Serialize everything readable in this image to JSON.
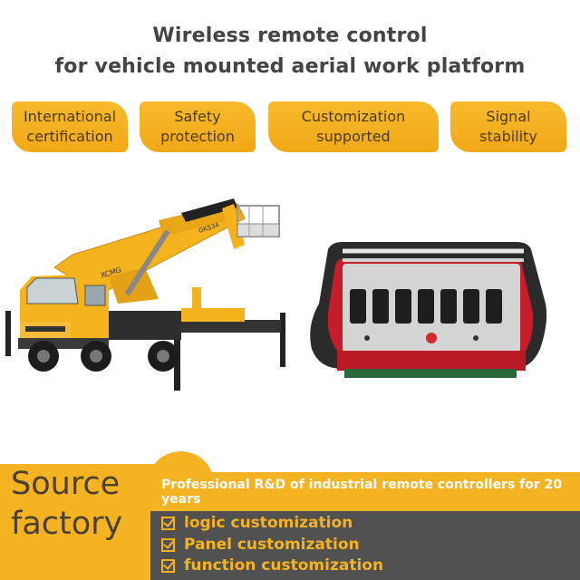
{
  "header": {
    "title_line1": "Wireless remote control",
    "title_line2": "for vehicle mounted aerial work platform"
  },
  "badges": [
    {
      "line1": "International",
      "line2": "certification"
    },
    {
      "line1": "Safety",
      "line2": "protection"
    },
    {
      "line1": "Customization",
      "line2": "supported"
    },
    {
      "line1": "Signal",
      "line2": "stability"
    }
  ],
  "truck": {
    "boom_text_1": "XCMG",
    "boom_text_2": "GKS34"
  },
  "footer": {
    "source_line1": "Source",
    "source_line2": "factory",
    "tagline": "Professional R&D of industrial remote controllers for 20 years",
    "features": [
      "logic customization",
      "Panel customization",
      "function customization"
    ]
  },
  "colors": {
    "accent": "#f5b321",
    "text_dark": "#444444",
    "band_gray": "#515151"
  }
}
